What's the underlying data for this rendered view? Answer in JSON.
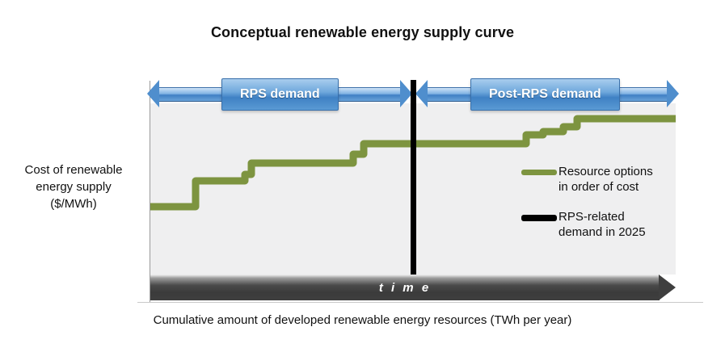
{
  "title": "Conceptual renewable energy supply curve",
  "axes": {
    "y_label": [
      "Cost of renewable",
      "energy supply",
      "($/MWh)"
    ],
    "x_label": "Cumulative amount of developed renewable energy resources (TWh per year)"
  },
  "bands": {
    "left": {
      "label": "RPS demand"
    },
    "right": {
      "label": "Post-RPS demand"
    },
    "time_arrow": {
      "label": "t i m e"
    }
  },
  "legend": {
    "items": [
      {
        "swatch": "green",
        "line1": "Resource options",
        "line2": "in order of cost"
      },
      {
        "swatch": "black",
        "line1": "RPS-related",
        "line2": "demand in 2025"
      }
    ]
  },
  "colors": {
    "supply_curve_green": "#7d9440",
    "divider_black": "#000000",
    "band_blue": "#4f8ecd",
    "plot_background": "#efeff0",
    "time_band_gray": "#3f3f3f"
  },
  "chart_data": {
    "type": "line",
    "title": "Conceptual renewable energy supply curve",
    "xlabel": "Cumulative amount of developed renewable energy resources (TWh per year)",
    "ylabel": "Cost of renewable energy supply ($/MWh)",
    "grid": false,
    "legend_position": "inside-right",
    "axis_ticks": "none (conceptual / unlabeled axes)",
    "xlim": [
      186,
      836
    ],
    "ylim": [
      340,
      128
    ],
    "annotations": [
      {
        "text": "RPS demand",
        "type": "double-arrow-band",
        "x_start": 186,
        "x_end": 511
      },
      {
        "text": "Post-RPS demand",
        "type": "double-arrow-band",
        "x_start": 515,
        "x_end": 836
      },
      {
        "text": "t i m e",
        "type": "arrow-band",
        "x_start": 186,
        "x_end": 836
      },
      {
        "text": "RPS-related demand in 2025",
        "type": "vertical-divider",
        "x": 511
      }
    ],
    "series": [
      {
        "name": "Resource options in order of cost",
        "color": "#7d9440",
        "style": "step",
        "points": [
          [
            186,
            256
          ],
          [
            242,
            256
          ],
          [
            242,
            224
          ],
          [
            303,
            224
          ],
          [
            303,
            216
          ],
          [
            311,
            216
          ],
          [
            311,
            202
          ],
          [
            437,
            202
          ],
          [
            437,
            191
          ],
          [
            450,
            191
          ],
          [
            450,
            178
          ],
          [
            511,
            178
          ],
          [
            515,
            178
          ],
          [
            651,
            178
          ],
          [
            651,
            167
          ],
          [
            672,
            167
          ],
          [
            672,
            163
          ],
          [
            697,
            163
          ],
          [
            697,
            157
          ],
          [
            714,
            157
          ],
          [
            714,
            147
          ],
          [
            836,
            147
          ]
        ]
      },
      {
        "name": "RPS-related demand in 2025",
        "color": "#000000",
        "style": "vline",
        "x": 511
      }
    ]
  }
}
